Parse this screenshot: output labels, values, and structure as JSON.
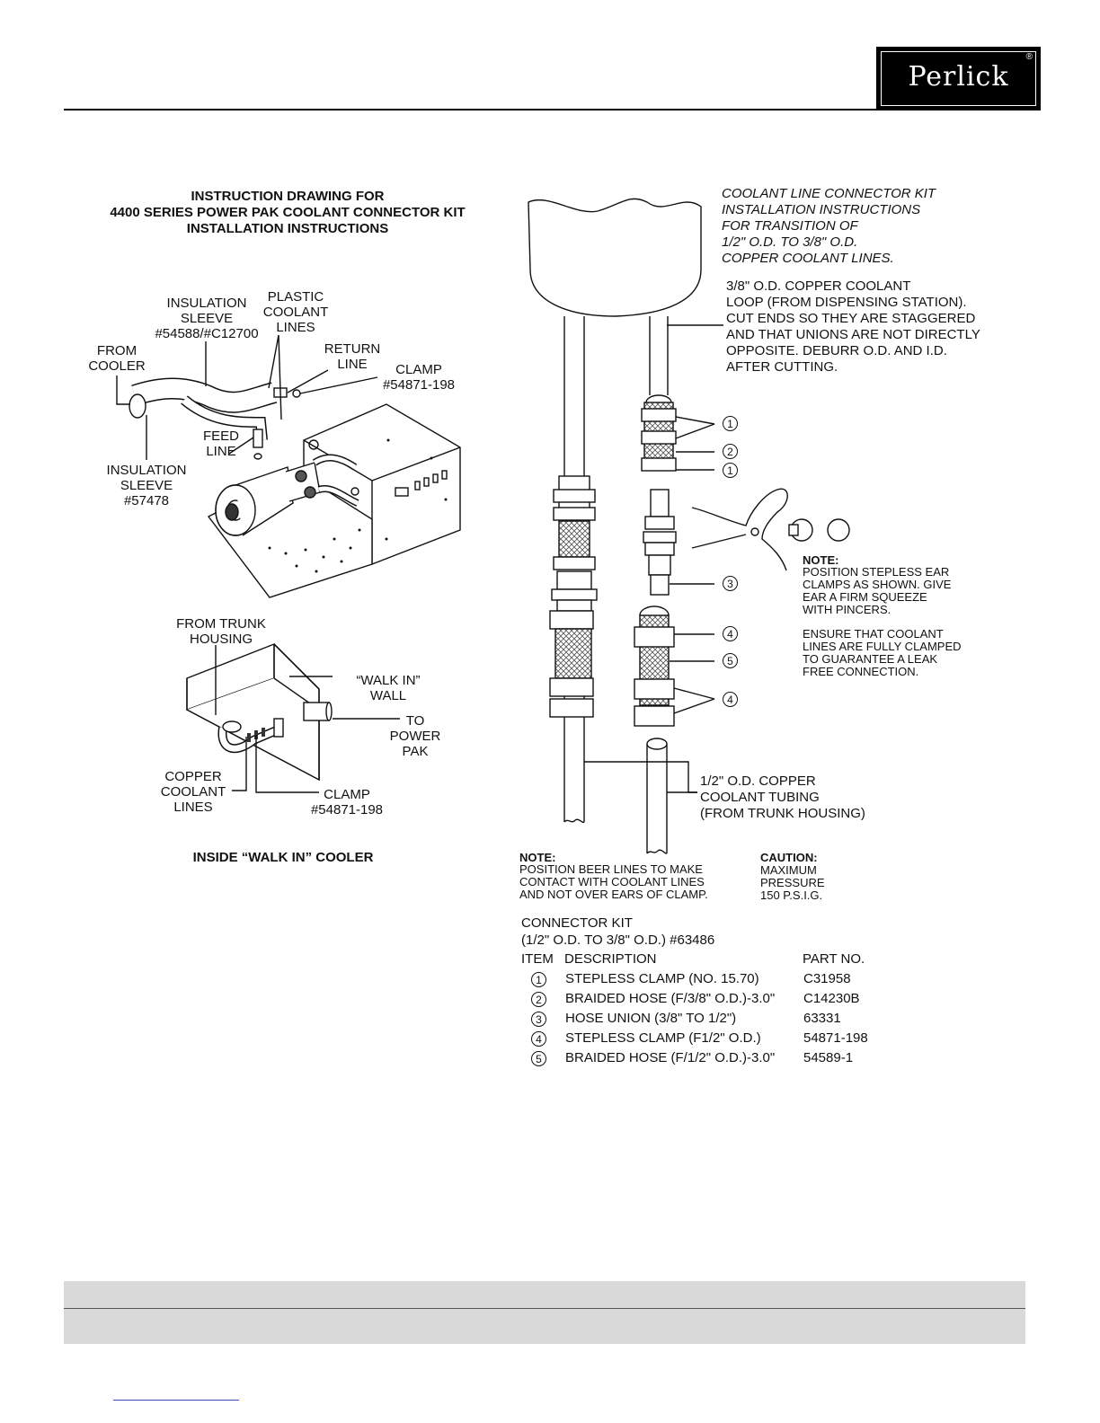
{
  "logo": {
    "text": "Perlick",
    "reg": "®"
  },
  "title": {
    "line1": "INSTRUCTION DRAWING FOR",
    "line2": "4400 SERIES POWER PAK COOLANT CONNECTOR KIT",
    "line3": "INSTALLATION INSTRUCTIONS"
  },
  "power_pak_labels": {
    "insulation_sleeve_1": "INSULATION\nSLEEVE\n#54588/#C12700",
    "plastic_coolant_lines": "PLASTIC\nCOOLANT\nLINES",
    "from_cooler": "FROM\nCOOLER",
    "return_line": "RETURN\nLINE",
    "clamp": "CLAMP\n#54871-198",
    "feed_line": "FEED\nLINE",
    "insulation_sleeve_2": "INSULATION\nSLEEVE\n#57478"
  },
  "walkin_labels": {
    "from_trunk": "FROM TRUNK\nHOUSING",
    "walk_in_wall": "“WALK IN”\nWALL",
    "to_power_pak": "TO\nPOWER\nPAK",
    "copper_coolant_lines": "COPPER\nCOOLANT\nLINES",
    "clamp": "CLAMP\n#54871-198",
    "caption": "INSIDE “WALK IN” COOLER"
  },
  "connector_header": "COOLANT LINE CONNECTOR KIT\nINSTALLATION INSTRUCTIONS\nFOR TRANSITION OF\n1/2\" O.D. TO 3/8\" O.D.\nCOPPER COOLANT LINES.",
  "copper_loop_note": "3/8\" O.D. COPPER COOLANT\nLOOP (FROM DISPENSING STATION).\nCUT ENDS SO THEY ARE STAGGERED\nAND THAT UNIONS ARE NOT DIRECTLY\nOPPOSITE. DEBURR O.D. AND I.D.\nAFTER CUTTING.",
  "callouts": [
    "1",
    "2",
    "1",
    "3",
    "4",
    "5",
    "4"
  ],
  "note_clamps": {
    "title": "NOTE:",
    "body": "POSITION STEPLESS EAR\nCLAMPS AS SHOWN. GIVE\nEAR A FIRM SQUEEZE\nWITH PINCERS.",
    "body2": "ENSURE THAT COOLANT\nLINES ARE FULLY CLAMPED\nTO GUARANTEE A LEAK\nFREE CONNECTION."
  },
  "tubing_label": "1/2\" O.D. COPPER\nCOOLANT TUBING\n(FROM TRUNK HOUSING)",
  "note_beer": {
    "title": "NOTE:",
    "body": "POSITION BEER LINES TO MAKE\nCONTACT WITH COOLANT LINES\nAND NOT OVER EARS OF CLAMP."
  },
  "caution": {
    "title": "CAUTION:",
    "body": "MAXIMUM\nPRESSURE\n150 P.S.I.G."
  },
  "parts_list": {
    "title1": "CONNECTOR KIT",
    "title2": "(1/2\" O.D. TO 3/8\" O.D.) #63486",
    "headers": {
      "item": "ITEM",
      "description": "DESCRIPTION",
      "part_no": "PART NO."
    },
    "rows": [
      {
        "item": "1",
        "description": "STEPLESS CLAMP (NO. 15.70)",
        "part_no": "C31958"
      },
      {
        "item": "2",
        "description": "BRAIDED HOSE (F/3/8\" O.D.)-3.0\"",
        "part_no": "C14230B"
      },
      {
        "item": "3",
        "description": "HOSE UNION (3/8\" TO 1/2\")",
        "part_no": "63331"
      },
      {
        "item": "4",
        "description": "STEPLESS CLAMP (F1/2\" O.D.)",
        "part_no": "54871-198"
      },
      {
        "item": "5",
        "description": "BRAIDED HOSE (F/1/2\" O.D.)-3.0\"",
        "part_no": "54589-1"
      }
    ]
  },
  "colors": {
    "footer_band": "#d9d9d9",
    "link_line": "#3a4fb8"
  }
}
